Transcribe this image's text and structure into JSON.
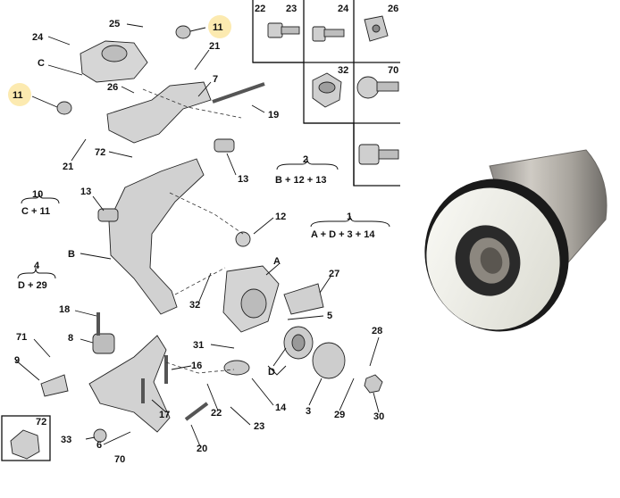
{
  "diagram": {
    "callouts": [
      "25",
      "11",
      "24",
      "21",
      "C",
      "26",
      "7",
      "11",
      "19",
      "72",
      "21",
      "2",
      "13",
      "10",
      "C + 11",
      "13",
      "B + 12 + 13",
      "12",
      "1",
      "A + D + 3 + 14",
      "B",
      "4",
      "D + 29",
      "A",
      "27",
      "32",
      "18",
      "5",
      "71",
      "8",
      "31",
      "9",
      "16",
      "D",
      "28",
      "22",
      "14",
      "3",
      "29",
      "30",
      "17",
      "23",
      "72",
      "33",
      "6",
      "20",
      "70"
    ],
    "hardware_grid": {
      "numbers": [
        "22",
        "23",
        "24",
        "26",
        "32",
        "70"
      ]
    }
  },
  "photo": {
    "label": "bushing-photo"
  }
}
